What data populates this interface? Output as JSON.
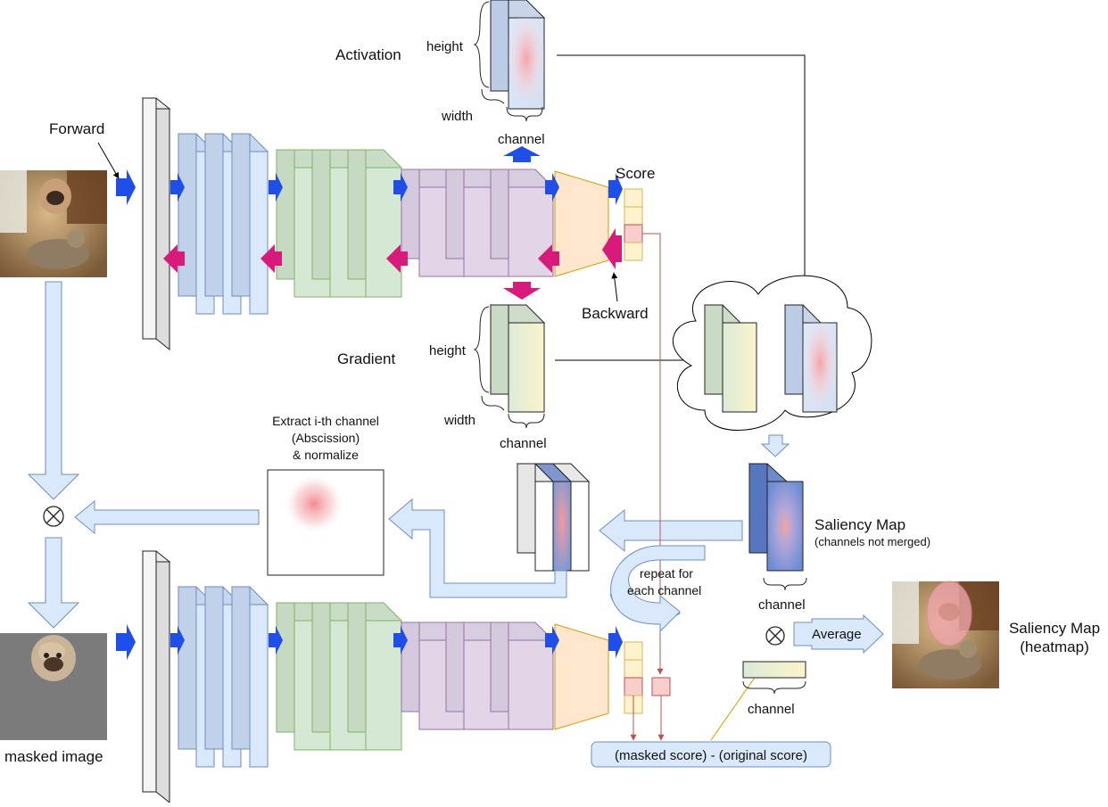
{
  "labels": {
    "forward": "Forward",
    "backward": "Backward",
    "score": "Score",
    "activation": "Activation",
    "gradient": "Gradient",
    "height": "height",
    "width": "width",
    "channel": "channel",
    "extract_line1": "Extract i-th channel",
    "extract_line2": "(Abscission)",
    "extract_line3": "& normalize",
    "saliency_map": "Saliency Map",
    "channels_not_merged": "(channels not merged)",
    "repeat_line1": "repeat for",
    "repeat_line2": "each channel",
    "average": "Average",
    "saliency_heatmap_line1": "Saliency Map",
    "saliency_heatmap_line2": "(heatmap)",
    "masked_image": "masked image",
    "score_diff": "(masked score) - (original score)"
  },
  "images": {
    "input": "dog-and-cat-photo",
    "masked": "masked-dog-photo",
    "heatmap": "heatmap-overlay-photo"
  },
  "colors": {
    "forward_arrow": "#1f4fe8",
    "backward_arrow": "#d81b7a",
    "conv_blue": "#dae8fc",
    "conv_green": "#d5e8d4",
    "conv_purple": "#e1d5e7",
    "fc_orange": "#ffe6cc",
    "score_yellow": "#fff2cc",
    "score_selected": "#f8cecc",
    "flow_arrow": "#dae8fc",
    "red_line": "#b85450",
    "activation_heat": "#f7a4a8"
  }
}
